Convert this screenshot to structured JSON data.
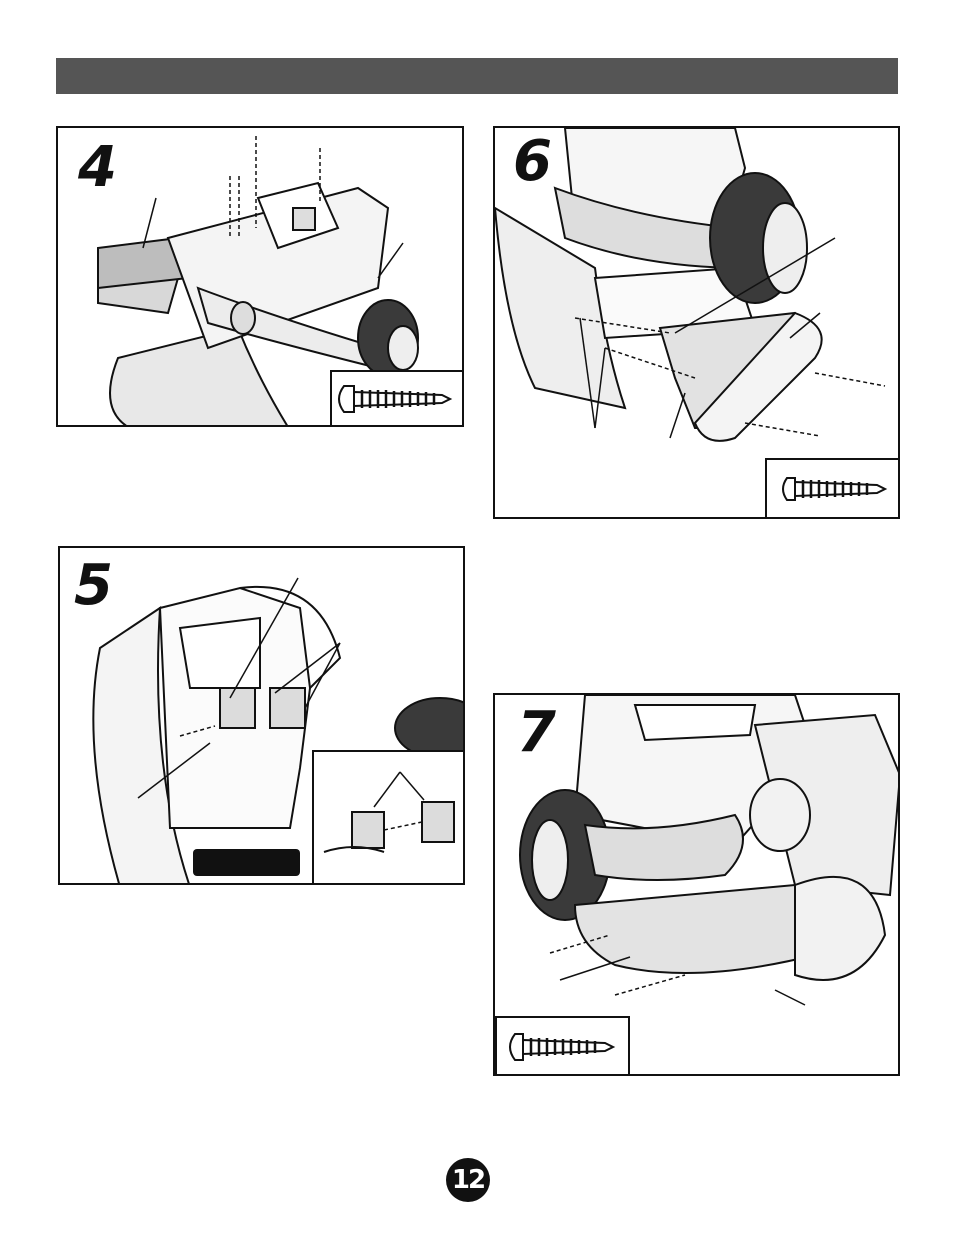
{
  "page": {
    "page_number": "12"
  },
  "steps": [
    {
      "number": "4"
    },
    {
      "number": "6"
    },
    {
      "number": "5"
    },
    {
      "number": "7"
    }
  ],
  "colors": {
    "header_bar": "#555555",
    "ink": "#111111",
    "tire": "#3a3a3a",
    "shade": "#cfcfcf"
  }
}
